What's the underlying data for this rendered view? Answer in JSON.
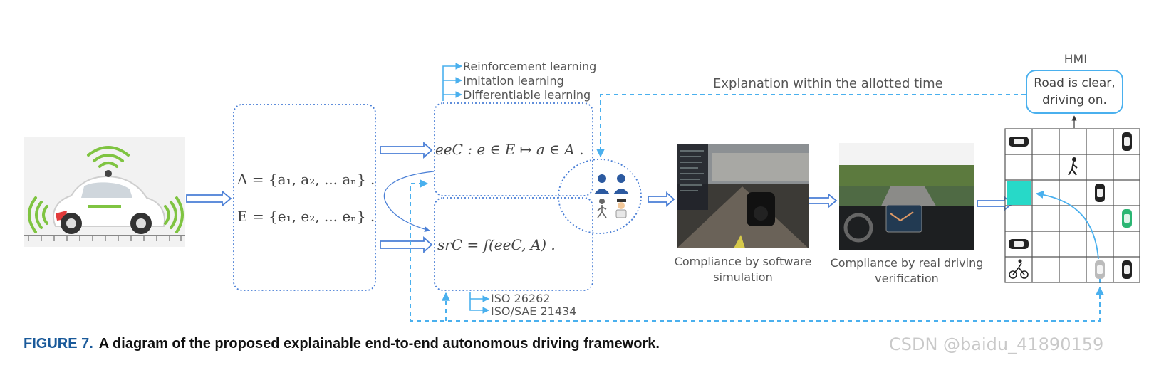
{
  "learning_methods": [
    "Reinforcement learning",
    "Imitation learning",
    "Differentiable learning"
  ],
  "standards": [
    "ISO 26262",
    "ISO/SAE 21434"
  ],
  "explanation_label": "Explanation within the allotted time",
  "hmi": {
    "title": "HMI",
    "message_line1": "Road is clear,",
    "message_line2": "driving on."
  },
  "sets": {
    "actions": "A = {a₁, a₂, ... aₙ} .",
    "events": "E = {e₁, e₂, ... eₙ} ."
  },
  "equations": {
    "eec": "eeC : e ∈ E ↦ a ∈ A .",
    "src": "srC = f(eeC, A) ."
  },
  "stages": {
    "simulation_label": "Compliance by software simulation",
    "real_driving_label": "Compliance by real driving verification"
  },
  "caption": {
    "figure_number": "FIGURE 7.",
    "text": "A diagram of the proposed explainable end-to-end autonomous driving framework."
  },
  "watermark": "CSDN @baidu_41890159",
  "colors": {
    "arrow_blue": "#4a7fd6",
    "dash_blue": "#4ab0ee",
    "teal_cell": "#27d9c8",
    "green_car": "#2bb673"
  }
}
